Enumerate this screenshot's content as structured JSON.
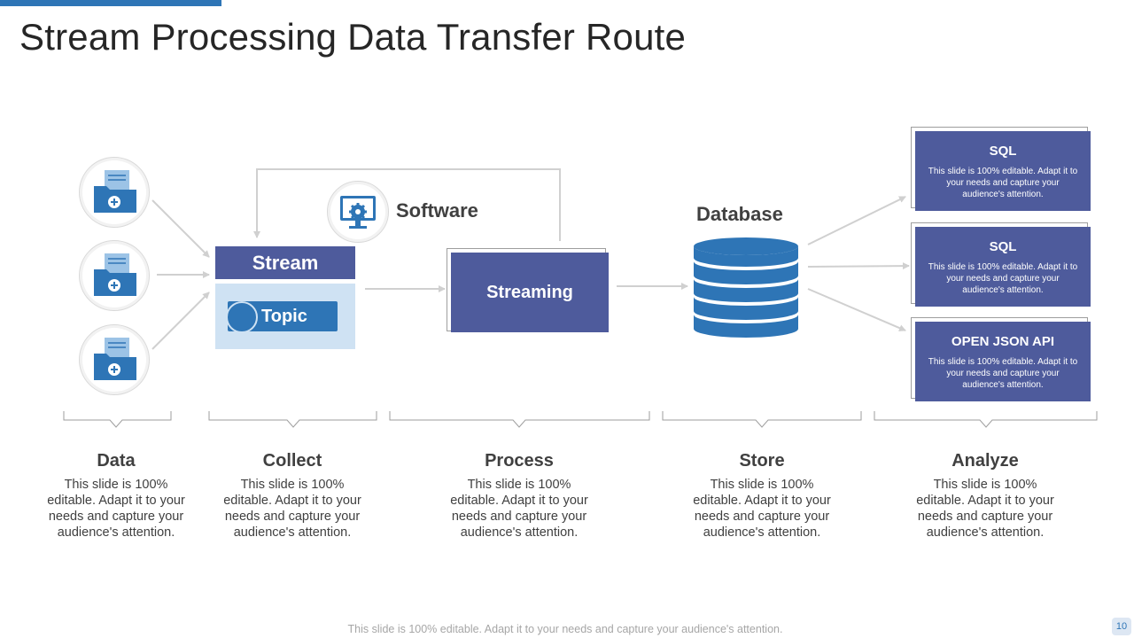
{
  "title": "Stream Processing Data Transfer Route",
  "sources": {
    "icons": [
      "folder-plus-icon",
      "folder-plus-icon",
      "folder-plus-icon"
    ]
  },
  "stream": {
    "header": "Stream",
    "topic": "Topic"
  },
  "software": {
    "label": "Software",
    "icon": "monitor-gear-icon"
  },
  "streaming": {
    "label": "Streaming"
  },
  "database": {
    "label": "Database",
    "icon": "database-stack-icon"
  },
  "outputs": [
    {
      "title": "SQL",
      "text": "This slide is 100% editable. Adapt it to your needs and capture your audience's attention."
    },
    {
      "title": "SQL",
      "text": "This slide is 100% editable. Adapt it to your needs and capture your audience's attention."
    },
    {
      "title": "OPEN JSON API",
      "text": "This slide is 100% editable. Adapt it to your needs and capture your audience's attention."
    }
  ],
  "stages": [
    {
      "title": "Data",
      "text": "This slide is 100% editable. Adapt it to your needs and capture your audience's attention."
    },
    {
      "title": "Collect",
      "text": "This slide is 100% editable. Adapt it to your needs and capture your audience's attention."
    },
    {
      "title": "Process",
      "text": "This slide is 100% editable. Adapt it to your needs and capture your audience's attention."
    },
    {
      "title": "Store",
      "text": "This slide is 100% editable. Adapt it to your needs and capture your audience's attention."
    },
    {
      "title": "Analyze",
      "text": "This slide is 100% editable. Adapt it to your needs and capture your audience's attention."
    }
  ],
  "footer": "This slide is 100% editable. Adapt it to your needs and capture your audience's attention.",
  "page_number": "10",
  "colors": {
    "accent": "#2e75b6",
    "box": "#4e5b9c",
    "light": "#cfe2f3",
    "connector": "#d0d0d0"
  }
}
